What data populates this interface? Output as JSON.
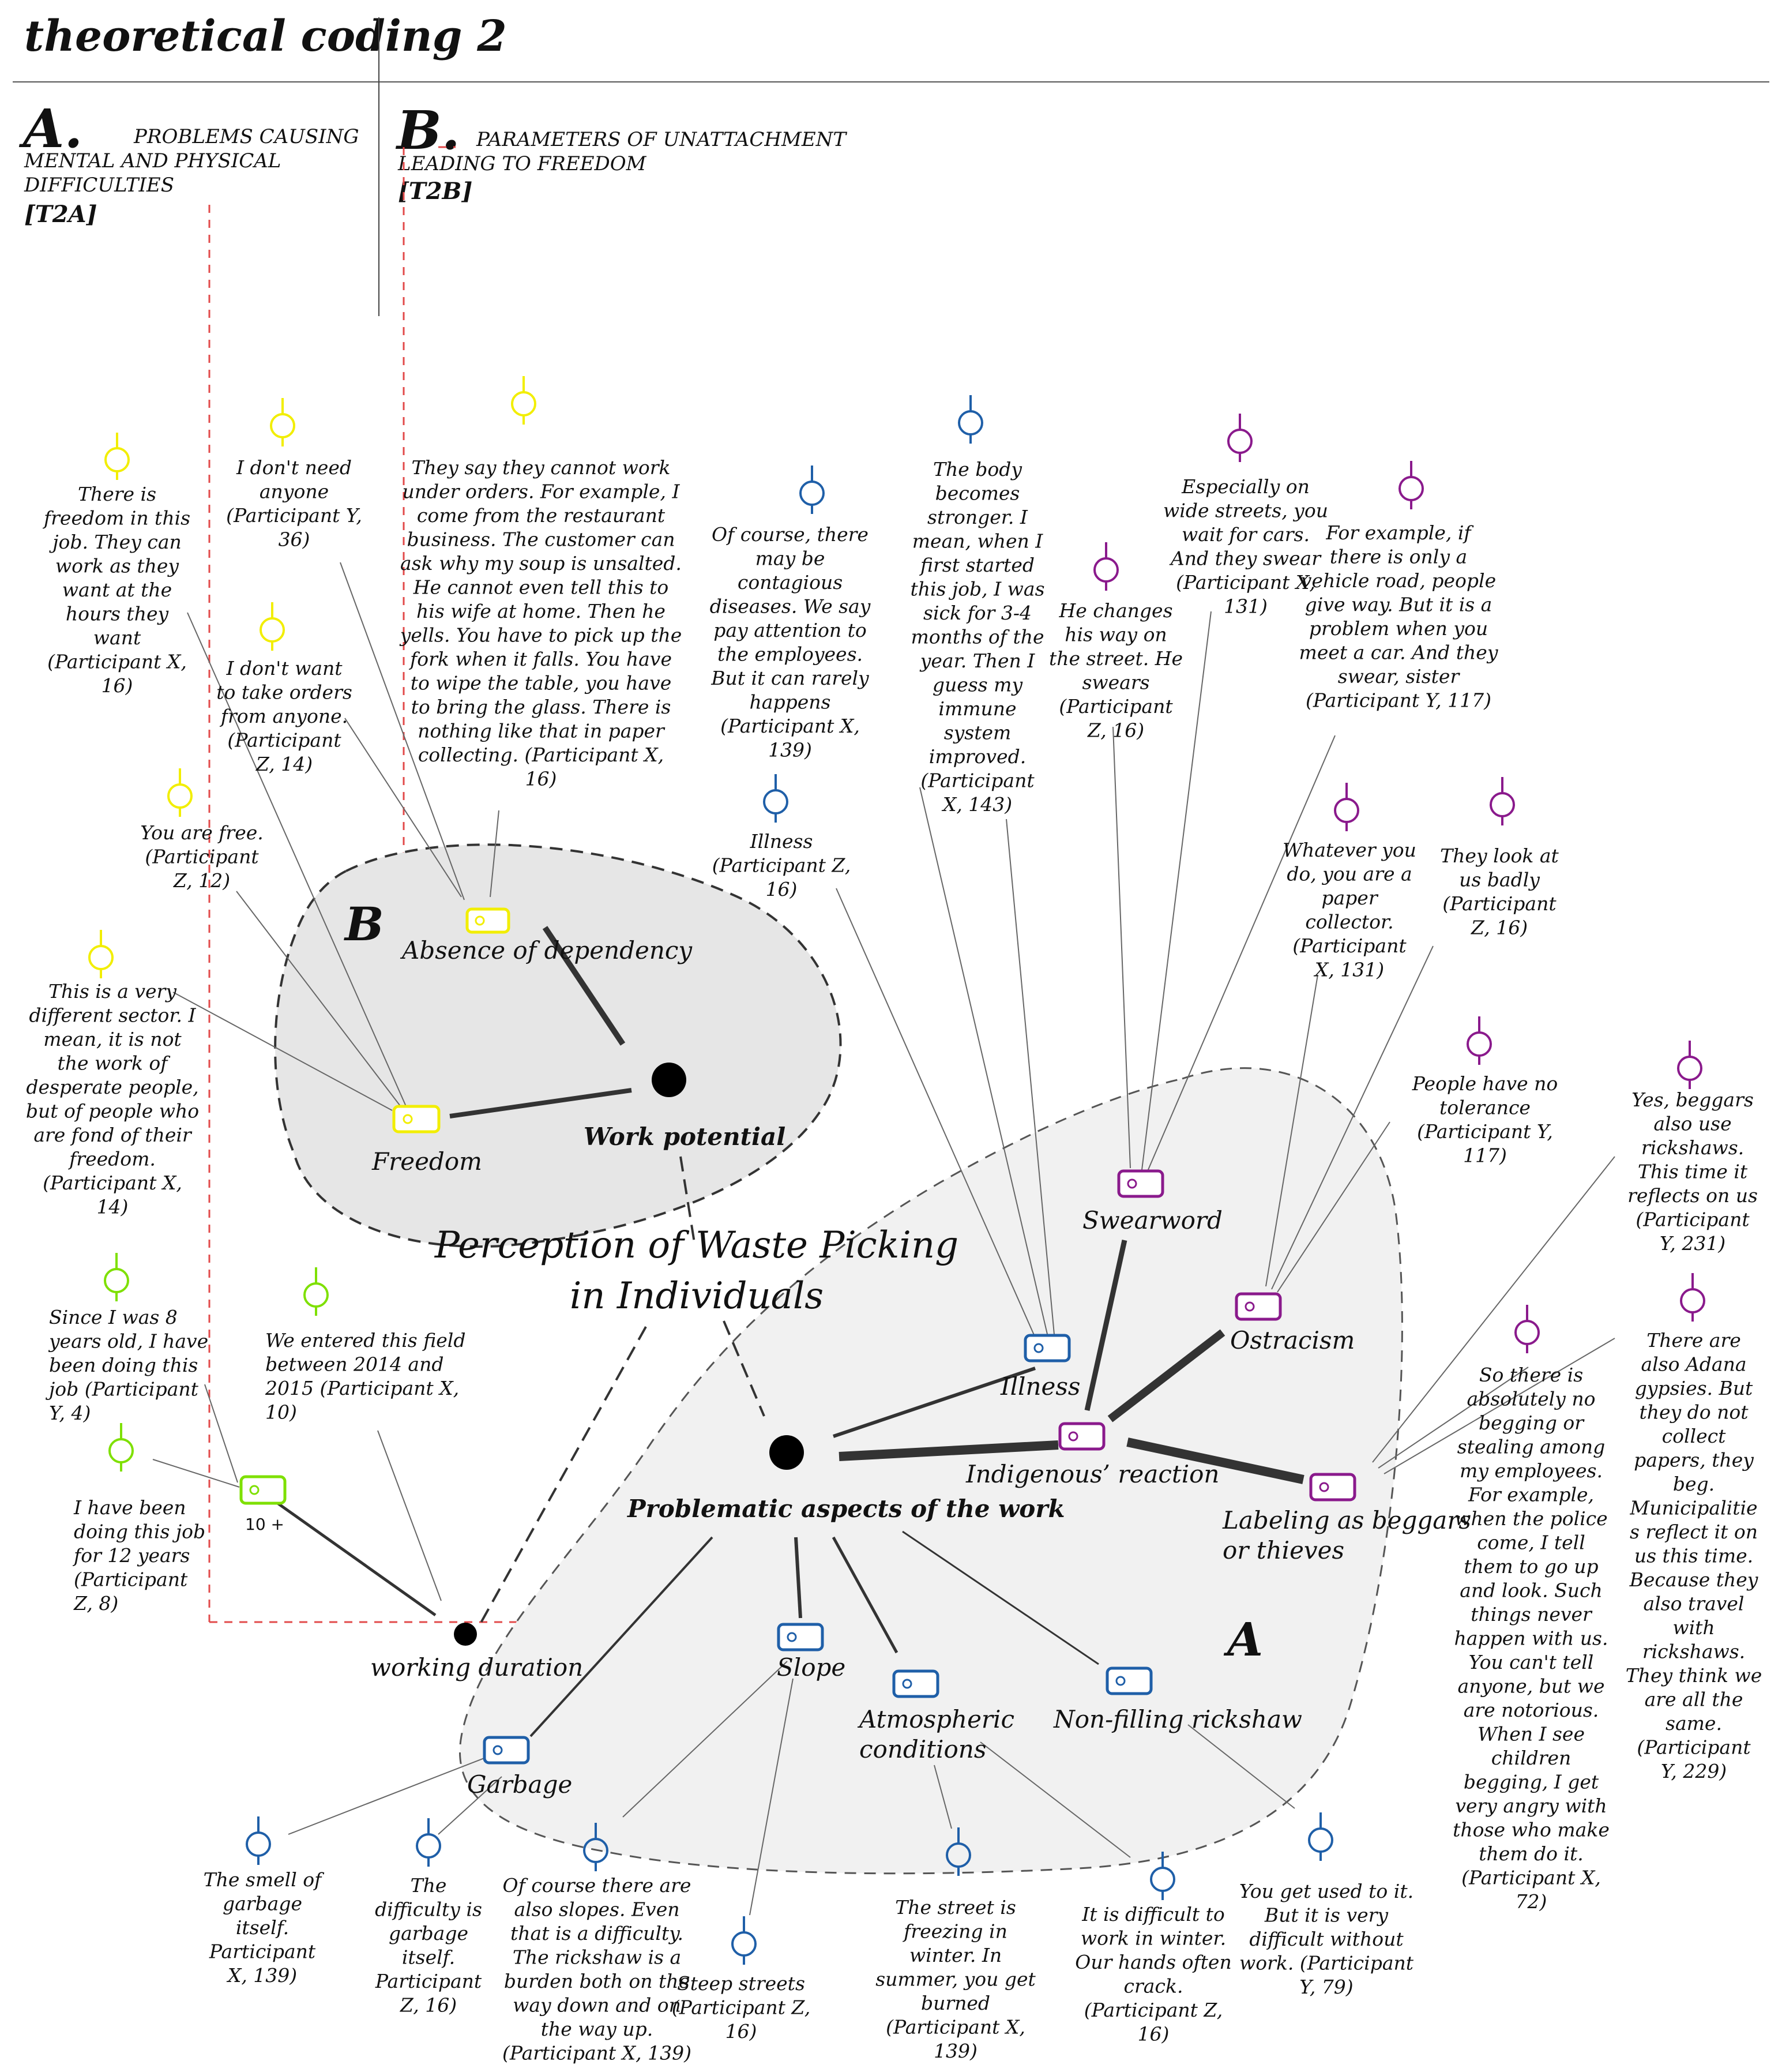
{
  "title": "theoretical coding 2",
  "sections": {
    "a": {
      "letter": "A.",
      "title_lines": [
        "PROBLEMS CAUSING",
        "MENTAL AND PHYSICAL",
        "DIFFICULTIES"
      ],
      "tag": "[T2A]"
    },
    "b": {
      "letter": "B.",
      "title_lines": [
        "PARAMETERS  OF  UNATTACHMENT",
        "LEADING TO FREEDOM"
      ],
      "tag": "[T2B]"
    }
  },
  "center_label": [
    "Perception of Waste Picking",
    "in Individuals"
  ],
  "region_labels": {
    "a": "A",
    "b": "B"
  },
  "colors": {
    "yellow": "#f2ee00",
    "green": "#7ee000",
    "blue": "#1f5fa8",
    "purple": "#8a1a8c",
    "line": "#666666",
    "thick": "#333333",
    "dashed_red": "#e24a4a"
  },
  "hubs": {
    "work_potential": "Work potential",
    "problematic": "Problematic aspects of the work",
    "working_duration": "working duration",
    "working_duration_tag": "10 +"
  },
  "codes": {
    "absence": "Absence of dependency",
    "freedom": "Freedom",
    "illness": "Illness",
    "swearword": "Swearword",
    "ostracism": "Ostracism",
    "indigenous": "Indigenous’ reaction",
    "labeling": [
      "Labeling as beggars",
      "or thieves"
    ],
    "slope": "Slope",
    "atmospheric": [
      "Atmospheric",
      "conditions"
    ],
    "non_filling": "Non-filling rickshaw",
    "garbage": "Garbage"
  },
  "quotes": {
    "y1": [
      "There is",
      "freedom in this",
      "job. They can",
      "work as they",
      "want at the",
      "hours they",
      "want",
      "(Participant X,",
      "16)"
    ],
    "y2": [
      "I don't need",
      "anyone",
      "(Participant Y,",
      "36)"
    ],
    "y3": [
      "I don't want",
      "to take orders",
      "from anyone.",
      "(Participant",
      "Z, 14)"
    ],
    "y4": [
      "They say they cannot work",
      "under orders. For example, I",
      "come from the restaurant",
      "business. The customer can",
      "ask why my soup is unsalted.",
      "He cannot even tell this to",
      "his wife at home. Then he",
      "yells. You have to pick up the",
      "fork when it falls. You have",
      "to wipe the table, you have",
      "to bring the glass. There is",
      "nothing like that in paper",
      "collecting. (Participant X,",
      "16)"
    ],
    "y5": [
      "You are free.",
      "(Participant",
      "Z, 12)"
    ],
    "y6": [
      "This is a very",
      "different sector. I",
      "mean, it is not",
      "the work of",
      "desperate people,",
      "but of people who",
      "are fond of their",
      "freedom.",
      "(Participant X,",
      "14)"
    ],
    "g1": [
      "Since  I  was  8",
      "years  old,  I  have",
      "been   doing   this",
      "job    (Participant",
      "Y, 4)"
    ],
    "g2": [
      "We entered this field",
      "between  2014  and",
      "2015 (Participant X,",
      "10)"
    ],
    "g3": [
      "I   have   been",
      "doing  this  job",
      "for  12  years",
      "(Participant",
      "Z, 8)"
    ],
    "b1": [
      "Of course, there",
      "may be",
      "contagious",
      "diseases. We say",
      "pay attention to",
      "the employees.",
      "But it can rarely",
      "happens",
      "(Participant X,",
      "139)"
    ],
    "b2": [
      "The body",
      "becomes",
      "stronger. I",
      "mean, when I",
      "first started",
      "this job, I was",
      "sick for 3-4",
      "months of the",
      "year. Then I",
      "guess my",
      "immune",
      "system",
      "improved.",
      "(Participant",
      "X, 143)"
    ],
    "b3": [
      "Illness",
      "(Participant Z,",
      "16)"
    ],
    "b4": [
      "The smell of",
      "garbage",
      "itself.",
      "Participant",
      "X, 139)"
    ],
    "b5": [
      "The",
      "difficulty is",
      "garbage",
      "itself.",
      "Participant",
      "Z, 16)"
    ],
    "b6": [
      "Of course there are",
      "also slopes. Even",
      "that is a difficulty.",
      "The rickshaw is a",
      "burden both on the",
      "way down and on",
      "the way up.",
      "(Participant X, 139)"
    ],
    "b7": [
      "Steep streets",
      "(Participant Z,",
      "16)"
    ],
    "b8": [
      "The street is",
      "freezing in",
      "winter. In",
      "summer, you get",
      "burned",
      "(Participant X,",
      "139)"
    ],
    "b9": [
      "It is difficult to",
      "work in winter.",
      "Our hands often",
      "crack.",
      "(Participant Z,",
      "16)"
    ],
    "b10": [
      "You get used to it.",
      "But it is very",
      "difficult without",
      "work. (Participant",
      "Y, 79)"
    ],
    "p1": [
      "He changes",
      "his way on",
      "the street. He",
      "swears",
      "(Participant",
      "Z, 16)"
    ],
    "p2": [
      "Especially on",
      "wide streets, you",
      "wait for cars.",
      "And they swear",
      "(Participant X,",
      "131)"
    ],
    "p3": [
      "For example, if",
      "there is only a",
      "vehicle road, people",
      "give way. But it is a",
      "problem when you",
      "meet a car. And they",
      "swear, sister",
      "(Participant Y, 117)"
    ],
    "p4": [
      "Whatever you",
      "do, you are a",
      "paper",
      "collector.",
      "(Participant",
      "X, 131)"
    ],
    "p5": [
      "They look at",
      "us badly",
      "(Participant",
      "Z, 16)"
    ],
    "p6": [
      "People have no",
      "tolerance",
      "(Participant Y,",
      "117)"
    ],
    "p7": [
      "Yes, beggars",
      "also use",
      "rickshaws.",
      "This time it",
      "reflects on us",
      "(Participant",
      "Y, 231)"
    ],
    "p8": [
      "So there is",
      "absolutely no",
      "begging or",
      "stealing among",
      "my employees.",
      "For example,",
      "when the police",
      "come, I tell",
      "them to go up",
      "and look. Such",
      "things never",
      "happen with us.",
      "You can't tell",
      "anyone, but we",
      "are notorious.",
      "When I see",
      "children",
      "begging, I get",
      "very angry with",
      "those who make",
      "them do it.",
      "(Participant X,",
      "72)"
    ],
    "p9": [
      "There are",
      "also Adana",
      "gypsies. But",
      "they do not",
      "collect",
      "papers, they",
      "beg.",
      "Municipalitie",
      "s reflect it on",
      "us this time.",
      "Because they",
      "also travel",
      "with",
      "rickshaws.",
      "They think we",
      "are all the",
      "same.",
      "(Participant",
      "Y, 229)"
    ]
  }
}
